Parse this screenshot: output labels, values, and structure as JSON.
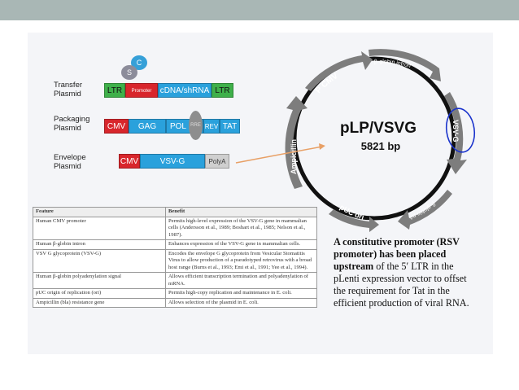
{
  "transfer": {
    "label": "Transfer\nPlasmid",
    "ltr_left": "LTR",
    "promoter": "Promoter",
    "cdna": "cDNA/shRNA",
    "ltr_right": "LTR",
    "bubble_top": "C",
    "bubble_bottom": "S"
  },
  "packaging": {
    "label": "Packaging\nPlasmid",
    "cmv": "CMV",
    "gag": "GAG",
    "pol": "POL",
    "rre": "RRE",
    "rev": "REV",
    "tat": "TAT"
  },
  "envelope": {
    "label": "Envelope\nPlasmid",
    "cmv": "CMV",
    "vsvg": "VSV-G",
    "polya": "PolyA"
  },
  "map": {
    "name": "pLP/VSVG",
    "size": "5821 bp",
    "p_cmv": "P CMV",
    "bglobin_intron": "β-globin intron",
    "vsvg": "VSV-G",
    "bglobin_pa": "β-globin pA",
    "puc_ori": "pUC ori",
    "ampicillin": "Ampicillin"
  },
  "table": {
    "headers": [
      "Feature",
      "Benefit"
    ],
    "rows": [
      [
        "Human CMV promoter",
        "Permits high-level expression of the VSV-G gene in mammalian cells (Andersson et al., 1989; Boshart et al., 1985; Nelson et al., 1987)."
      ],
      [
        "Human β-globin intron",
        "Enhances expression of the VSV-G gene in mammalian cells."
      ],
      [
        "VSV G glycoprotein (VSV-G)",
        "Encodes the envelope G glycoprotein from Vesicular Stomatitis Virus to allow production of a pseudotyped retrovirus with a broad host range (Burns et al., 1993; Emi et al., 1991; Yee et al., 1994)."
      ],
      [
        "Human β-globin polyadenylation signal",
        "Allows efficient transcription termination and polyadenylation of mRNA."
      ],
      [
        "pUC origin of replication (ori)",
        "Permits high-copy replication and maintenance in E. coli."
      ],
      [
        "Ampicillin (bla) resistance gene",
        "Allows selection of the plasmid in E. coli."
      ]
    ]
  },
  "description": {
    "bold": "A constitutive promoter (RSV promoter) has been placed upstream",
    "rest": " of the 5′ LTR in the pLenti expression vector to offset the requirement for Tat in the efficient production of viral RNA."
  },
  "colors": {
    "topbar": "#a9b7b5",
    "ltr_green": "#3fb04a",
    "promoter_red": "#d8262c",
    "gene_blue": "#2aa1dc",
    "arrow_gray": "#7d7d7d",
    "arrow_orange": "#e8a066",
    "circle_pen": "#1a33cc"
  }
}
